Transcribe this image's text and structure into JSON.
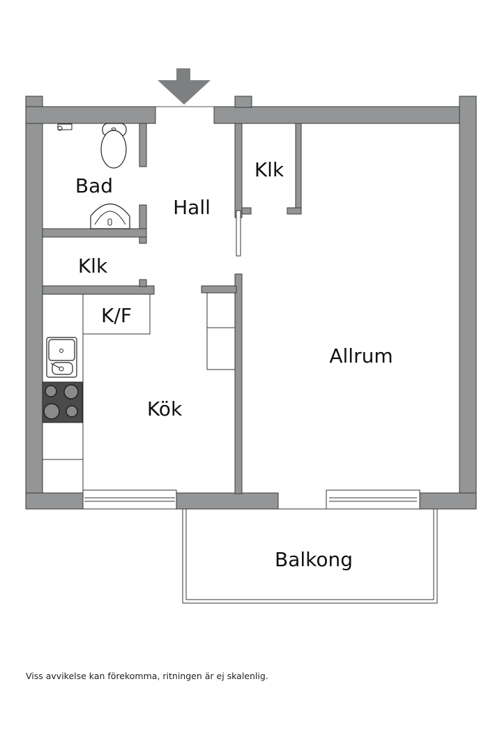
{
  "plan": {
    "entrance_marker": "entrance-arrow",
    "colors": {
      "wall": "#939596",
      "outline": "#333333",
      "stove": "#4a4a4a",
      "background": "#ffffff"
    },
    "rooms": {
      "bad": "Bad",
      "hall": "Hall",
      "klk_left": "Klk",
      "klk_right": "Klk",
      "kf": "K/F",
      "kok": "Kök",
      "allrum": "Allrum",
      "balkong": "Balkong"
    }
  },
  "footer": {
    "disclaimer": "Viss avvikelse kan förekomma, ritningen är ej skalenlig."
  }
}
